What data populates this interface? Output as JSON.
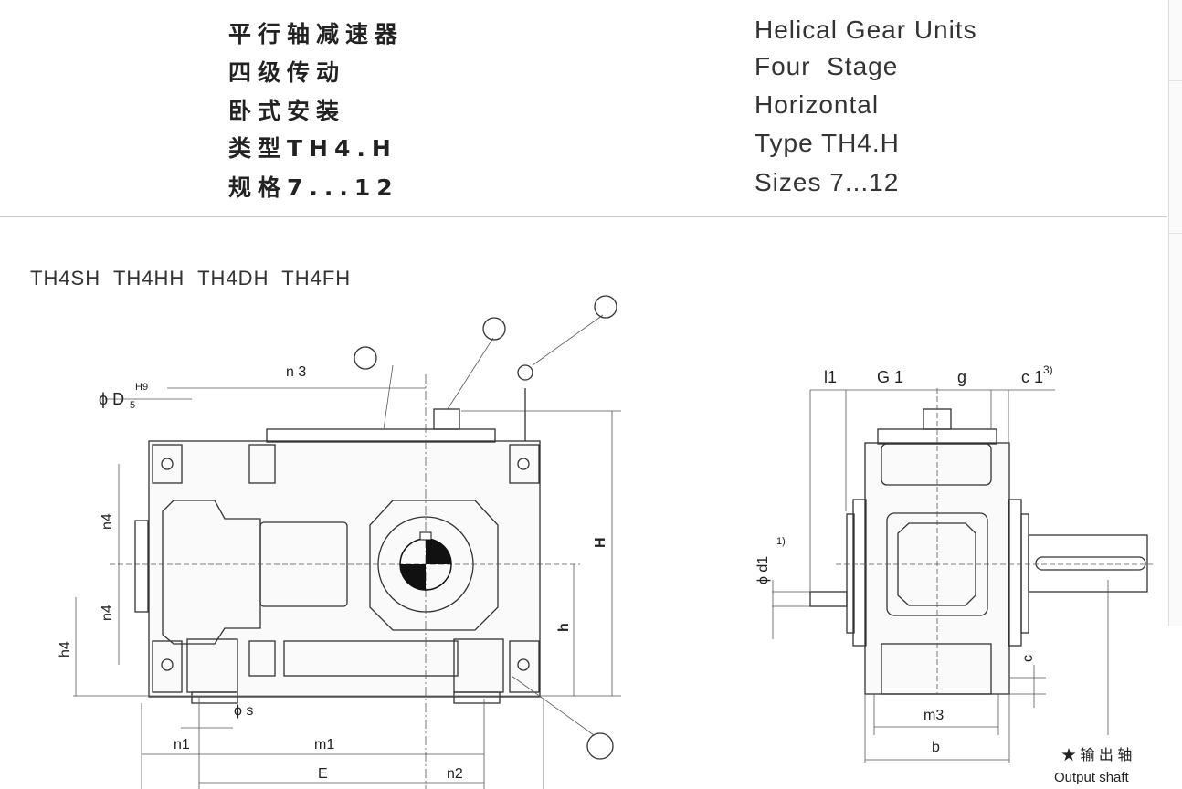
{
  "header": {
    "chinese": [
      "平行轴减速器",
      "四级传动",
      "卧式安装",
      "类型TH4.H",
      "规格7...12"
    ],
    "english": [
      "Helical Gear Units",
      "Four  Stage",
      "Horizontal",
      "Type TH4.H",
      "Sizes 7...12"
    ]
  },
  "models": "TH4SH  TH4HH  TH4DH  TH4FH",
  "front_view_labels": {
    "n3": "n 3",
    "D5": "ϕ D",
    "D5_sub": "5",
    "D5_sup": "H9",
    "n4_top": "n4",
    "n4_bottom": "n4",
    "h4": "h4",
    "H": "H",
    "h": "h",
    "s": "ϕ s",
    "n1": "n1",
    "m1": "m1",
    "E": "E",
    "n2": "n2"
  },
  "side_view_labels": {
    "l1": "l1",
    "G1": "G 1",
    "g": "g",
    "c1": "c 1",
    "c1_sup": "3)",
    "d1": "ϕ d1",
    "d1_sup": "1)",
    "c": "c",
    "m3": "m3",
    "b": "b",
    "output_cn": "★ 输 出 轴",
    "output_en": "Output shaft"
  }
}
